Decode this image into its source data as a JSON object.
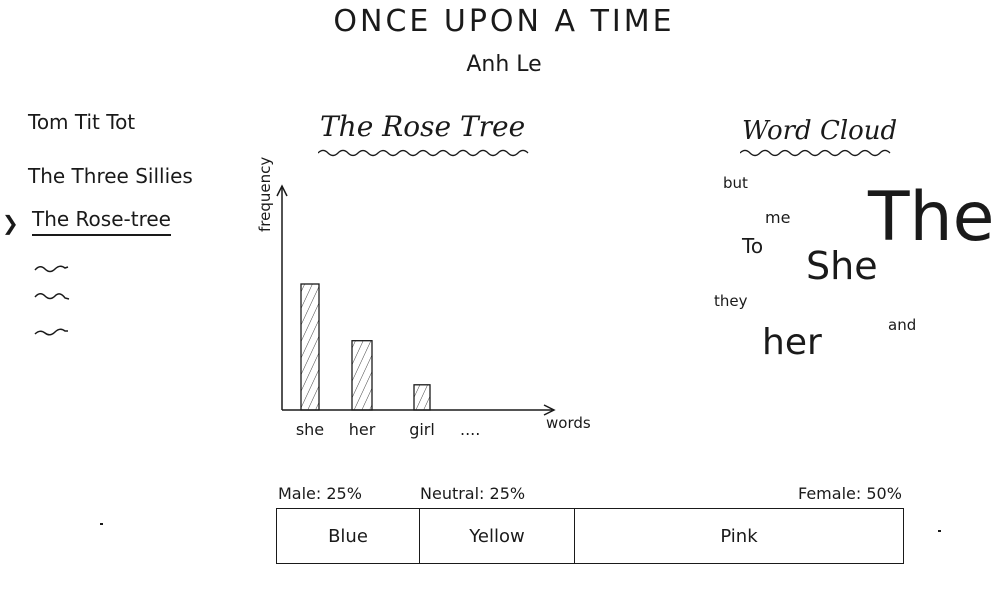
{
  "header": {
    "title": "ONCE UPON A TIME",
    "author": "Anh Le"
  },
  "sidebar": {
    "items": [
      {
        "label": "Tom Tit Tot",
        "selected": false
      },
      {
        "label": "The Three Sillies",
        "selected": false
      },
      {
        "label": "The Rose-tree",
        "selected": true
      }
    ],
    "selected_indicator": "chevron-right-icon",
    "placeholder_count": 3
  },
  "chart_section": {
    "title": "The Rose Tree"
  },
  "chart_data": {
    "type": "bar",
    "categories": [
      "she",
      "her",
      "girl"
    ],
    "values": [
      100,
      55,
      20
    ],
    "ellipsis_label": "....",
    "xlabel": "words",
    "ylabel": "frequency",
    "ylim": [
      0,
      100
    ],
    "grid": false,
    "bar_pattern": "diagonal-hatch"
  },
  "word_cloud": {
    "title": "Word Cloud",
    "words": [
      {
        "text": "but",
        "weight": 1
      },
      {
        "text": "me",
        "weight": 1
      },
      {
        "text": "To",
        "weight": 2
      },
      {
        "text": "She",
        "weight": 5
      },
      {
        "text": "The",
        "weight": 9
      },
      {
        "text": "they",
        "weight": 1
      },
      {
        "text": "and",
        "weight": 1
      },
      {
        "text": "her",
        "weight": 5
      }
    ]
  },
  "gender_bar": {
    "male_label": "Male: 25%",
    "neutral_label": "Neutral: 25%",
    "female_label": "Female: 50%",
    "segments": [
      {
        "label": "Blue",
        "share": 0.25
      },
      {
        "label": "Yellow",
        "share": 0.25
      },
      {
        "label": "Pink",
        "share": 0.5
      }
    ]
  }
}
